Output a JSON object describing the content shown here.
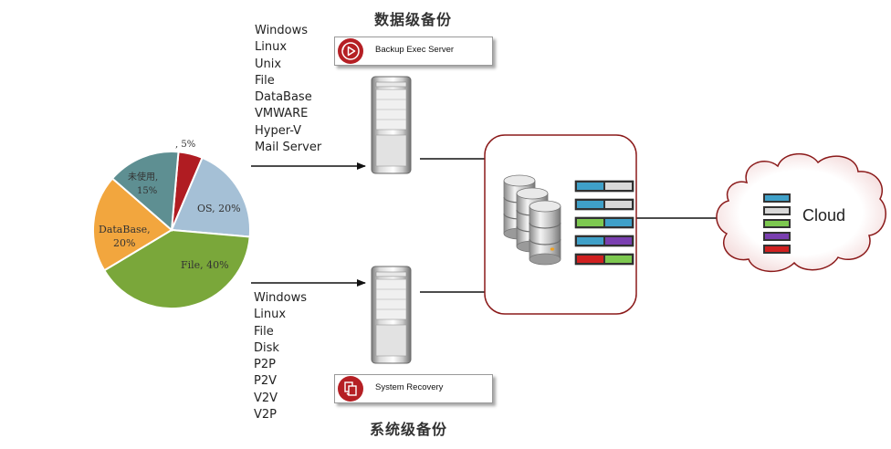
{
  "titles": {
    "data_backup": "数据级备份",
    "system_backup": "系统级备份"
  },
  "data_backup_sources": [
    "Windows",
    "Linux",
    "Unix",
    "File",
    "DataBase",
    "VMWARE",
    "Hyper-V",
    "Mail Server"
  ],
  "system_backup_sources": [
    "Windows",
    "Linux",
    "File",
    "Disk",
    "P2P",
    "P2V",
    "V2V",
    "V2P"
  ],
  "products": {
    "backup_exec": {
      "label": "Backup Exec Server",
      "icon": "backup-exec-play-icon"
    },
    "system_recovery": {
      "label": "System Recovery",
      "icon": "system-recovery-icon"
    }
  },
  "cloud": {
    "label": "Cloud"
  },
  "pie": {
    "slices": [
      {
        "label": ", 5%",
        "value": 5,
        "color": "#b01c22"
      },
      {
        "label": "OS, 20%",
        "value": 20,
        "color": "#a5c0d6"
      },
      {
        "label": "File, 40%",
        "value": 40,
        "color": "#7aa73a"
      },
      {
        "label": "DataBase, 20%",
        "value": 20,
        "color": "#f2a63e"
      },
      {
        "label": "未使用, 15%",
        "value": 15,
        "color": "#5e8f92"
      }
    ]
  },
  "colors": {
    "storage_box_border": "#8b1a1a",
    "arrow": "#111111",
    "tape_colors": [
      "#3fa0c8",
      "#d8d8d8",
      "#7dc850",
      "#7a3fb0",
      "#d02020"
    ]
  }
}
